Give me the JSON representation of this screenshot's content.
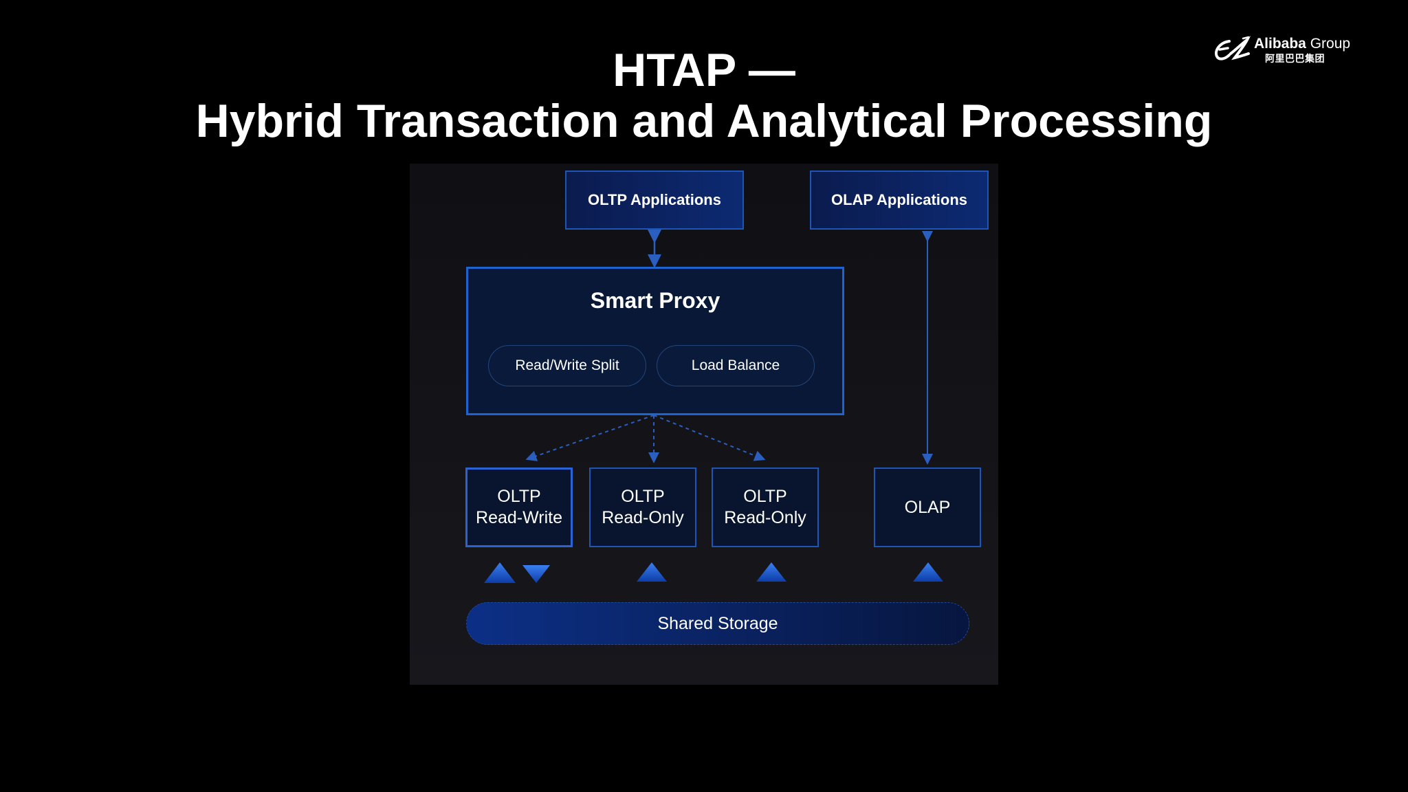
{
  "title": {
    "line1": "HTAP —",
    "line2": "Hybrid Transaction and Analytical Processing"
  },
  "logo": {
    "brand_bold": "Alibaba",
    "brand_light": "Group",
    "chinese": "阿里巴巴集团"
  },
  "diagram": {
    "oltp_apps": "OLTP Applications",
    "olap_apps": "OLAP Applications",
    "proxy_title": "Smart Proxy",
    "pill_split": "Read/Write Split",
    "pill_balance": "Load Balance",
    "nodes": [
      {
        "line1": "OLTP",
        "line2": "Read-Write"
      },
      {
        "line1": "OLTP",
        "line2": "Read-Only"
      },
      {
        "line1": "OLTP",
        "line2": "Read-Only"
      },
      {
        "line1": "OLAP",
        "line2": ""
      }
    ],
    "storage": "Shared Storage"
  },
  "colors": {
    "background": "#000000",
    "accent_blue": "#1f63cf",
    "line_blue": "#2a5fc0"
  }
}
